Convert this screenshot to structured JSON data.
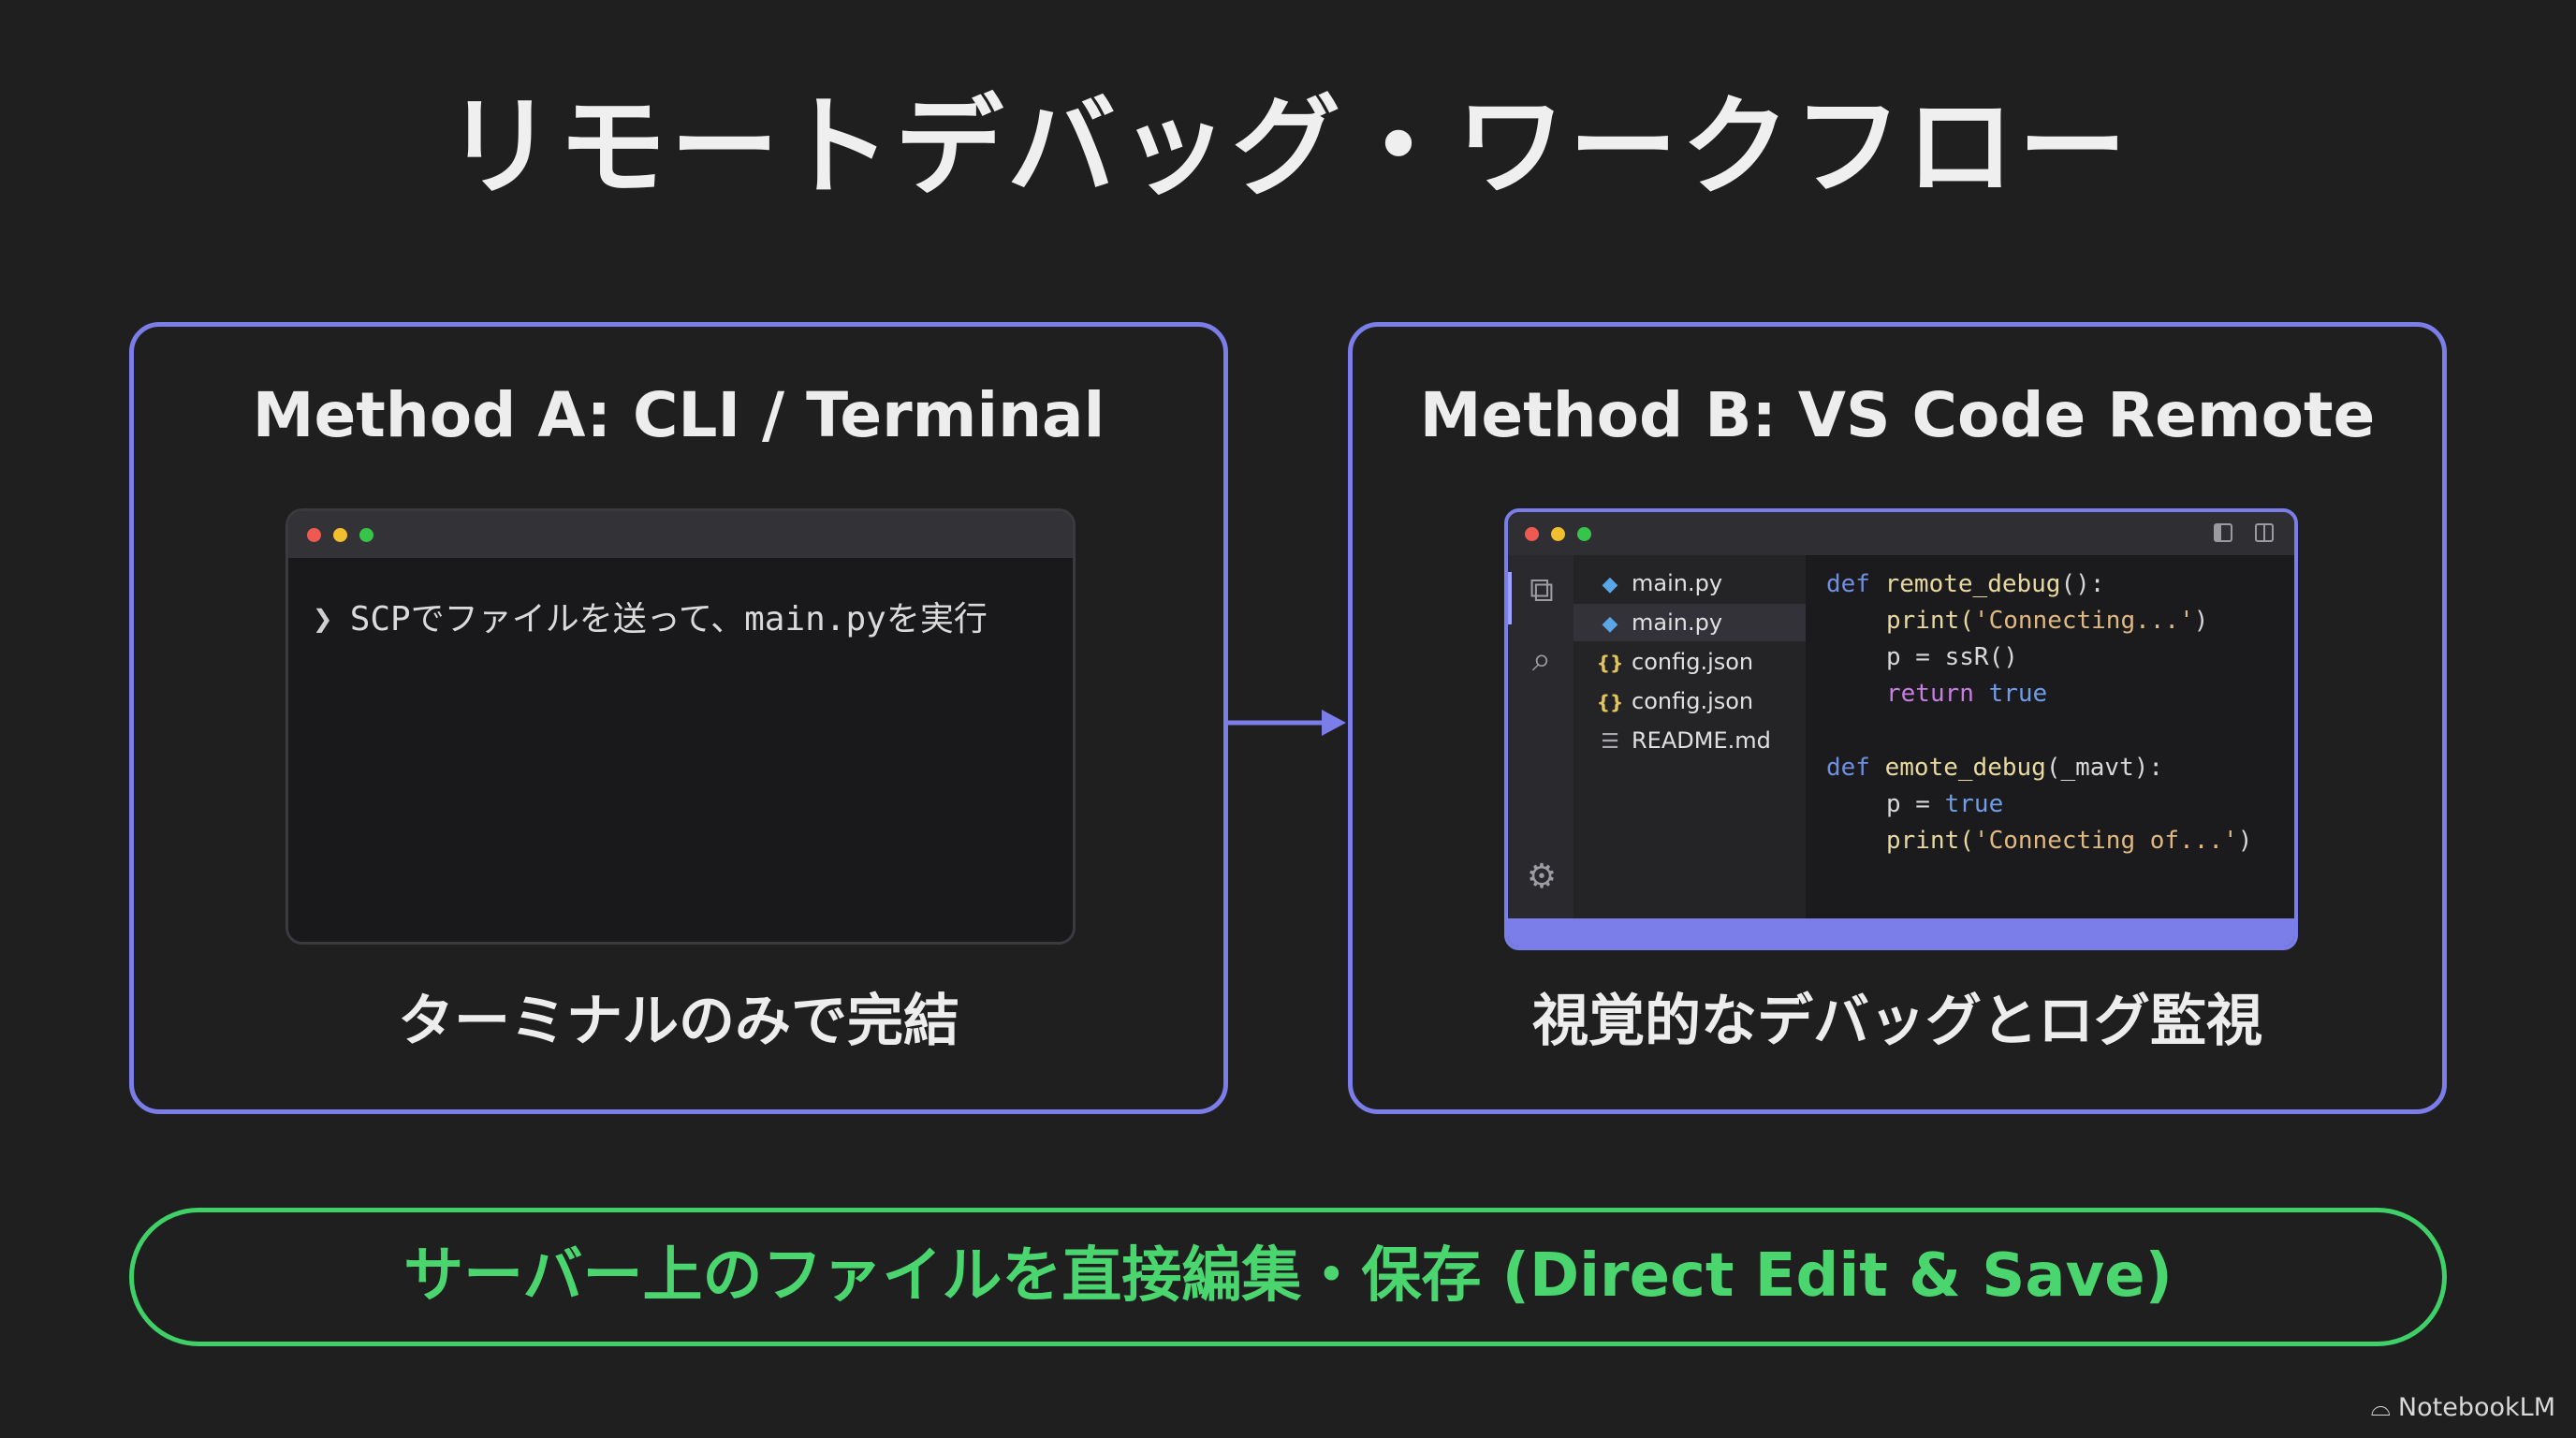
{
  "title": "リモートデバッグ・ワークフロー",
  "colors": {
    "background": "#1f1f20",
    "panel_border": "#7b7ee8",
    "pill_border": "#3fd068",
    "pill_text": "#4ad56f"
  },
  "method_a": {
    "heading": "Method A: CLI / Terminal",
    "terminal": {
      "prompt_icon": "chevron-right-icon",
      "command": "SCPでファイルを送って、main.pyを実行"
    },
    "caption": "ターミナルのみで完結"
  },
  "method_b": {
    "heading": "Method B: VS Code Remote",
    "explorer": {
      "files": [
        {
          "name": "main.py",
          "icon": "python-file-icon"
        },
        {
          "name": "main.py",
          "icon": "python-file-icon"
        },
        {
          "name": "config.json",
          "icon": "json-file-icon"
        },
        {
          "name": "config.json",
          "icon": "json-file-icon"
        },
        {
          "name": "README.md",
          "icon": "markdown-file-icon"
        }
      ]
    },
    "code": {
      "line1": {
        "kw": "def",
        "fn": "remote_debug",
        "rest": "():"
      },
      "line2": {
        "pre": "print(",
        "str": "'Connecting...'",
        "post": ")"
      },
      "line3": "p = ssR()",
      "line4": {
        "kw": "return",
        "val": "true"
      },
      "line5": {
        "kw": "def",
        "fn": "emote_debug",
        "rest": "(_mavt):"
      },
      "line6": {
        "pre": "p = ",
        "val": "true"
      },
      "line7": {
        "pre": "print(",
        "str": "'Connecting of...'",
        "post": ")"
      }
    },
    "caption": "視覚的なデバッグとログ監視"
  },
  "pill": {
    "text": "サーバー上のファイルを直接編集・保存 (Direct Edit & Save)"
  },
  "watermark": {
    "text": "NotebookLM"
  }
}
